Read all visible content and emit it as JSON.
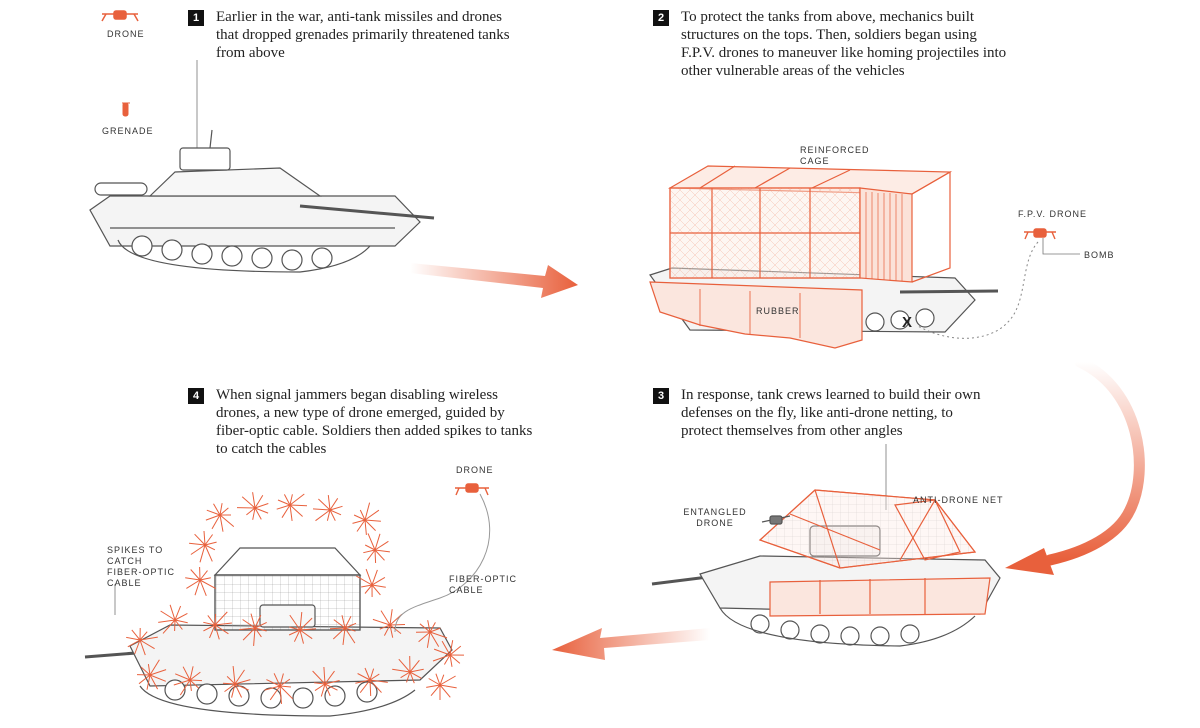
{
  "steps": [
    {
      "number": "1",
      "text": "Earlier in the war, anti-tank missiles and drones that dropped grenades primarily threatened tanks from above"
    },
    {
      "number": "2",
      "text": "To protect the tanks from above, mechanics built structures on the tops. Then, soldiers began using F.P.V. drones to maneuver like homing projectiles into other vulnerable areas of the vehicles"
    },
    {
      "number": "3",
      "text": "In response, tank crews learned to build their own defenses on the fly, like anti-drone netting, to protect themselves from other angles"
    },
    {
      "number": "4",
      "text": "When signal jammers began disabling wireless drones, a new type of drone emerged, guided by fiber-optic cable. Soldiers then added spikes to tanks to catch the cables"
    }
  ],
  "labels": {
    "drone_1": "DRONE",
    "grenade": "GRENADE",
    "reinforced_cage": "REINFORCED CAGE",
    "fpv_drone": "F.P.V. DRONE",
    "bomb": "BOMB",
    "rubber": "RUBBER",
    "impact_mark": "X",
    "entangled_drone": "ENTANGLED DRONE",
    "anti_drone_net": "ANTI-DRONE NET",
    "drone_4": "DRONE",
    "fiber_optic_cable": "FIBER-OPTIC CABLE",
    "spikes": "SPIKES TO CATCH FIBER-OPTIC CABLE"
  },
  "colors": {
    "accent": "#e8603c",
    "ink": "#222222",
    "tank_line": "#555555"
  }
}
